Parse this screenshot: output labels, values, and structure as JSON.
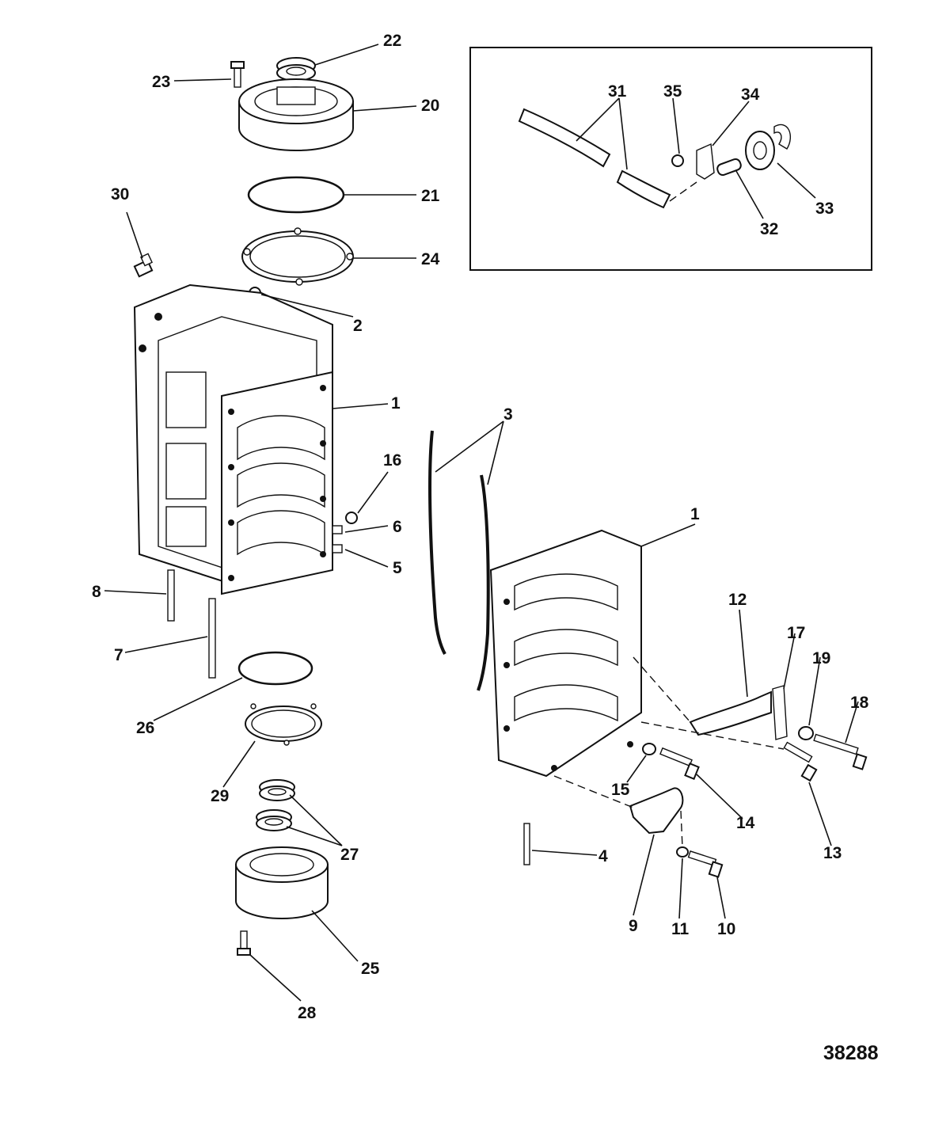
{
  "document_number": "38288",
  "callouts": [
    {
      "id": "c22",
      "label": "22"
    },
    {
      "id": "c23",
      "label": "23"
    },
    {
      "id": "c20",
      "label": "20"
    },
    {
      "id": "c21",
      "label": "21"
    },
    {
      "id": "c30",
      "label": "30"
    },
    {
      "id": "c24",
      "label": "24"
    },
    {
      "id": "c2",
      "label": "2"
    },
    {
      "id": "c1a",
      "label": "1"
    },
    {
      "id": "c3",
      "label": "3"
    },
    {
      "id": "c16",
      "label": "16"
    },
    {
      "id": "c6",
      "label": "6"
    },
    {
      "id": "c5",
      "label": "5"
    },
    {
      "id": "c8",
      "label": "8"
    },
    {
      "id": "c7",
      "label": "7"
    },
    {
      "id": "c26",
      "label": "26"
    },
    {
      "id": "c29",
      "label": "29"
    },
    {
      "id": "c27",
      "label": "27"
    },
    {
      "id": "c25",
      "label": "25"
    },
    {
      "id": "c28",
      "label": "28"
    },
    {
      "id": "c1b",
      "label": "1"
    },
    {
      "id": "c12",
      "label": "12"
    },
    {
      "id": "c17",
      "label": "17"
    },
    {
      "id": "c19",
      "label": "19"
    },
    {
      "id": "c18",
      "label": "18"
    },
    {
      "id": "c15",
      "label": "15"
    },
    {
      "id": "c14",
      "label": "14"
    },
    {
      "id": "c13",
      "label": "13"
    },
    {
      "id": "c4",
      "label": "4"
    },
    {
      "id": "c9",
      "label": "9"
    },
    {
      "id": "c11",
      "label": "11"
    },
    {
      "id": "c10",
      "label": "10"
    },
    {
      "id": "c31",
      "label": "31"
    },
    {
      "id": "c35",
      "label": "35"
    },
    {
      "id": "c34",
      "label": "34"
    },
    {
      "id": "c33",
      "label": "33"
    },
    {
      "id": "c32",
      "label": "32"
    }
  ]
}
